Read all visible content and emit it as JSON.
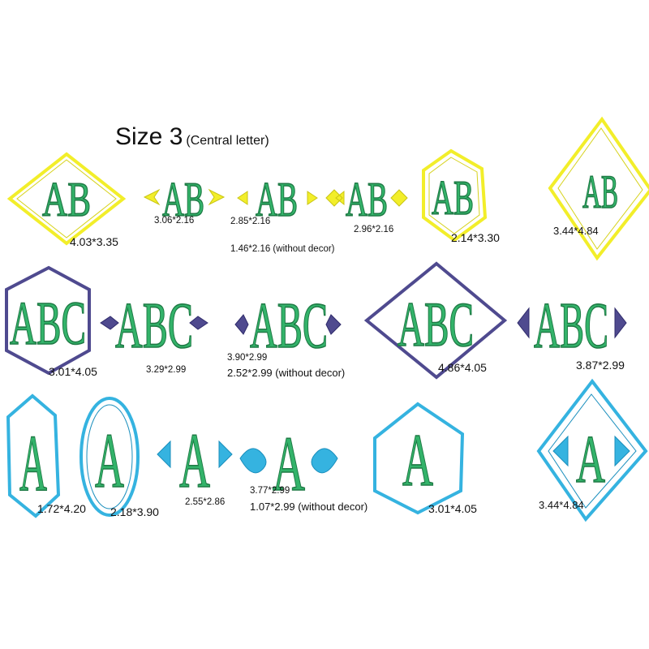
{
  "header": {
    "title": "Size 3",
    "subtitle": "(Central letter)"
  },
  "colors": {
    "yellow": "#f2ee2a",
    "navy": "#4f4a8f",
    "cyan": "#35b3e0",
    "green": "#33b36a",
    "green_dark": "#1f7a45"
  },
  "monograms": {
    "ab": "AB",
    "abc": "ABC",
    "a": "A"
  },
  "row1": {
    "d1": "4.03*3.35",
    "d2": "3.06*2.16",
    "d3": "2.85*2.16",
    "d4": "2.96*2.16",
    "d5": "2.14*3.30",
    "d6": "3.44*4.84",
    "note": "1.46*2.16  (without decor)"
  },
  "row2": {
    "d1": "3.01*4.05",
    "d2": "3.29*2.99",
    "d3": "3.90*2.99",
    "d3b": "2.52*2.99  (without decor)",
    "d4": "4.86*4.05",
    "d5": "3.87*2.99"
  },
  "row3": {
    "d1": "1.72*4.20",
    "d2": "2.18*3.90",
    "d3": "2.55*2.86",
    "d4": "3.77*2.99",
    "d4b": "1.07*2.99 (without decor)",
    "d5": "3.01*4.05",
    "d6": "3.44*4.84"
  }
}
